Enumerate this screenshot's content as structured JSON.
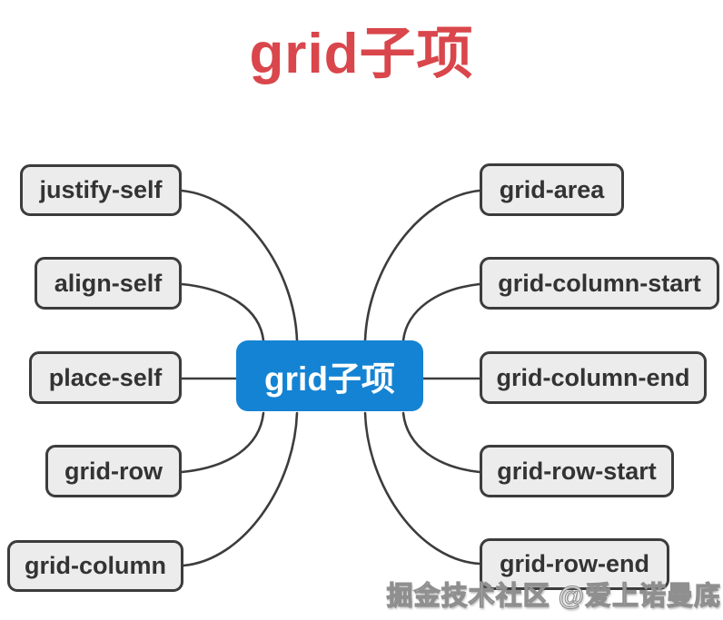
{
  "title": "grid子项",
  "center": {
    "label": "grid子项"
  },
  "nodes": {
    "left": [
      {
        "label": "justify-self"
      },
      {
        "label": "align-self"
      },
      {
        "label": "place-self"
      },
      {
        "label": "grid-row"
      },
      {
        "label": "grid-column"
      }
    ],
    "right": [
      {
        "label": "grid-area"
      },
      {
        "label": "grid-column-start"
      },
      {
        "label": "grid-column-end"
      },
      {
        "label": "grid-row-start"
      },
      {
        "label": "grid-row-end"
      }
    ]
  },
  "watermark": "掘金技术社区 @爱上诺曼底",
  "colors": {
    "title_red": "#d9464b",
    "center_blue": "#1583d3",
    "node_fill": "#ececec",
    "node_border": "#3c3c3c",
    "connector": "#3c3c3c",
    "node_text": "#333333",
    "center_text": "#ffffff",
    "background": "#ffffff"
  }
}
